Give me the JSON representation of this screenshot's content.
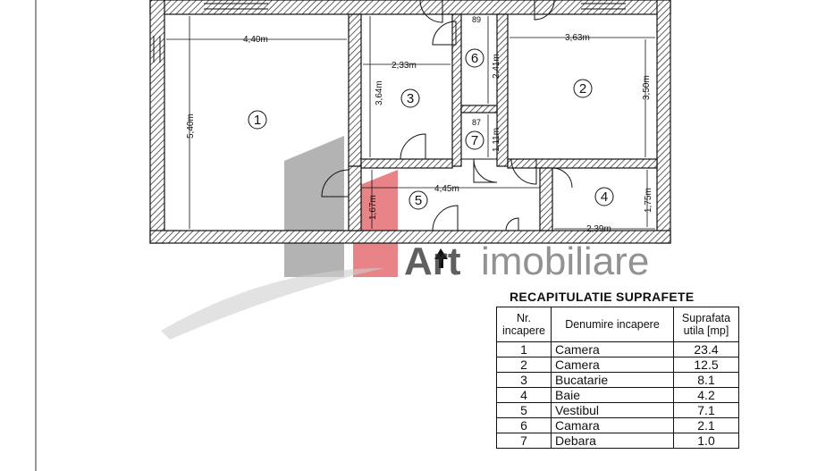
{
  "plan": {
    "rooms": [
      {
        "number": "1"
      },
      {
        "number": "2"
      },
      {
        "number": "3"
      },
      {
        "number": "4"
      },
      {
        "number": "5"
      },
      {
        "number": "6"
      },
      {
        "number": "7"
      }
    ],
    "dimensions": {
      "room1_width": "4,40m",
      "room1_height": "5,40m",
      "room3_width": "2,33m",
      "room3_height": "3,64m",
      "room6_height": "2,41m",
      "room2_width": "3,63m",
      "room2_height": "3,50m",
      "room7_height": "1,11m",
      "hall_width": "4,45m",
      "hall_height": "1,67m",
      "room4_width": "2,39m",
      "room4_height": "1,75m",
      "door_label_6": "89",
      "door_label_7": "87"
    },
    "watermark": {
      "brand_bold": "Art",
      "brand_rest": "imobiliare"
    }
  },
  "recap": {
    "title": "RECAPITULATIE SUPRAFETE",
    "headers": [
      "Nr. incapere",
      "Denumire incapere",
      "Suprafata utila [mp]"
    ],
    "rows": [
      {
        "nr": "1",
        "name": "Camera",
        "area": "23.4"
      },
      {
        "nr": "2",
        "name": "Camera",
        "area": "12.5"
      },
      {
        "nr": "3",
        "name": "Bucatarie",
        "area": "8.1"
      },
      {
        "nr": "4",
        "name": "Baie",
        "area": "4.2"
      },
      {
        "nr": "5",
        "name": "Vestibul",
        "area": "7.1"
      },
      {
        "nr": "6",
        "name": "Camara",
        "area": "2.1"
      },
      {
        "nr": "7",
        "name": "Debara",
        "area": "1.0"
      }
    ]
  }
}
